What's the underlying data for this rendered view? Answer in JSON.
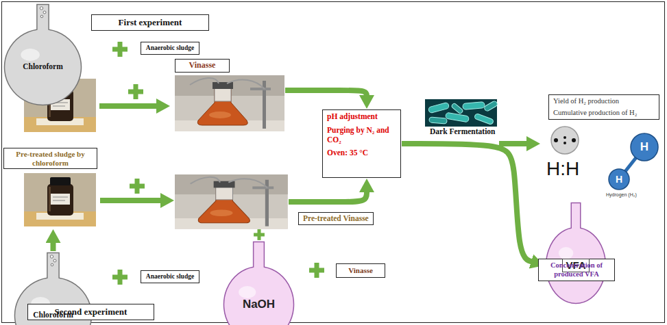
{
  "diagram": {
    "nodes": [
      {
        "text": [
          "First experiment"
        ]
      },
      {
        "text": [
          "Chloroform"
        ]
      },
      {
        "text": [
          "Anaerobic sludge"
        ]
      },
      {
        "text": [
          "Vinasse"
        ]
      },
      {
        "text": [
          "Yield of H₂ production",
          "Cumulative production of H₂"
        ]
      },
      {
        "text": [
          "pH adjustment",
          "Purging by N₂ and CO₂",
          "Oven: 35 °C"
        ]
      },
      {
        "text": [
          "Pre-treated sludge by chloroform"
        ]
      },
      {
        "text": [
          "Pre-treated Vinasse"
        ]
      },
      {
        "text": [
          "VFA"
        ]
      },
      {
        "text": [
          "Concentration of produced VFA"
        ]
      },
      {
        "text": [
          "NaOH"
        ]
      },
      {
        "text": [
          "Vinasse"
        ]
      },
      {
        "text": [
          "Chloroform"
        ]
      },
      {
        "text": [
          "Anaerobic sludge"
        ]
      },
      {
        "text": [
          "Second experiment"
        ]
      }
    ],
    "edges": [
      {
        "from": 3,
        "to": 5,
        "arrow": "to"
      },
      {
        "from": 7,
        "to": 5,
        "arrow": "to"
      },
      {
        "from": 6,
        "to": 7,
        "arrow": "to"
      },
      {
        "from": 12,
        "to": 6,
        "arrow": "to"
      },
      {
        "from": 5,
        "to": 8,
        "arrow": "to"
      }
    ],
    "labels": [
      "Dark Fermentation",
      "H:H",
      "H",
      "H",
      "Hydrogen (H₂)"
    ]
  }
}
